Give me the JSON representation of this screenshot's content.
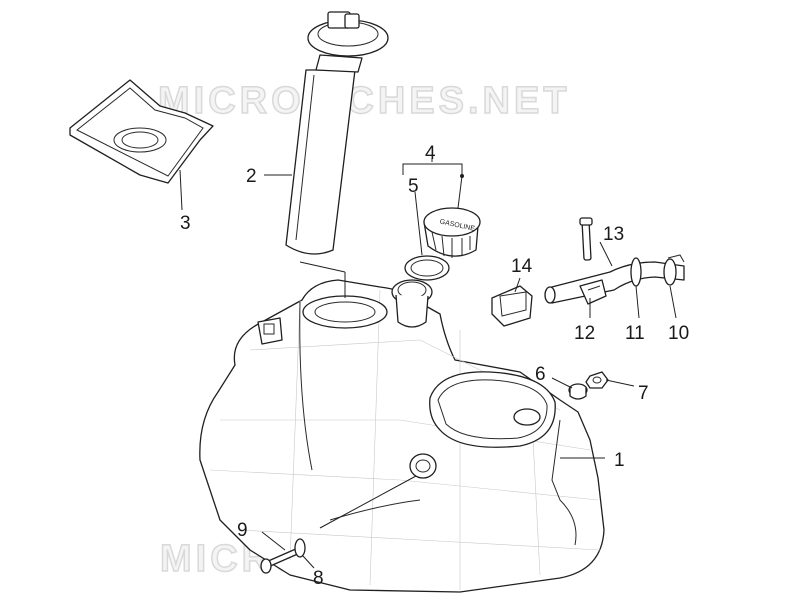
{
  "watermark": {
    "text": "MICROFICHES.NET"
  },
  "callouts": {
    "c1": "1",
    "c2": "2",
    "c3": "3",
    "c4": "4",
    "c5": "5",
    "c6": "6",
    "c7": "7",
    "c8": "8",
    "c9": "9",
    "c10": "10",
    "c11": "11",
    "c12": "12",
    "c13": "13",
    "c14": "14"
  },
  "cap_label": "GASOLINE"
}
